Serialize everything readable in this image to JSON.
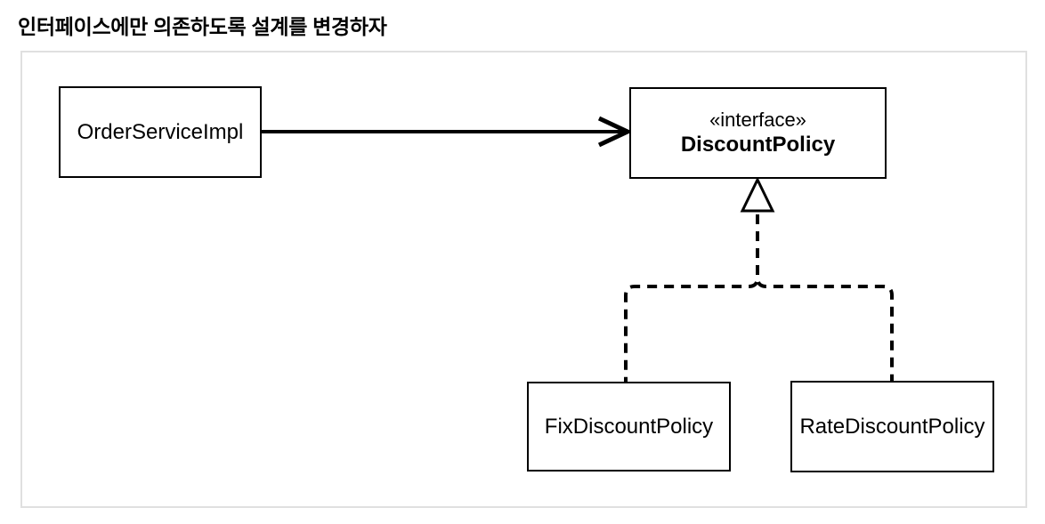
{
  "title": "인터페이스에만 의존하도록 설계를 변경하자",
  "colors": {
    "background": "#ffffff",
    "canvas_border": "#e0e0e0",
    "node_border": "#000000",
    "line": "#000000",
    "text": "#000000"
  },
  "diagram": {
    "nodes": [
      {
        "id": "order-service-impl",
        "type": "class",
        "label": "OrderServiceImpl"
      },
      {
        "id": "discount-policy",
        "type": "interface",
        "stereotype": "«interface»",
        "label": "DiscountPolicy"
      },
      {
        "id": "fix-discount-policy",
        "type": "class",
        "label": "FixDiscountPolicy"
      },
      {
        "id": "rate-discount-policy",
        "type": "class",
        "label": "RateDiscountPolicy"
      }
    ],
    "edges": [
      {
        "from": "order-service-impl",
        "to": "discount-policy",
        "type": "dependency",
        "style": "solid-open-arrow"
      },
      {
        "from": "fix-discount-policy",
        "to": "discount-policy",
        "type": "realization",
        "style": "dashed-hollow-triangle"
      },
      {
        "from": "rate-discount-policy",
        "to": "discount-policy",
        "type": "realization",
        "style": "dashed-hollow-triangle"
      }
    ]
  }
}
